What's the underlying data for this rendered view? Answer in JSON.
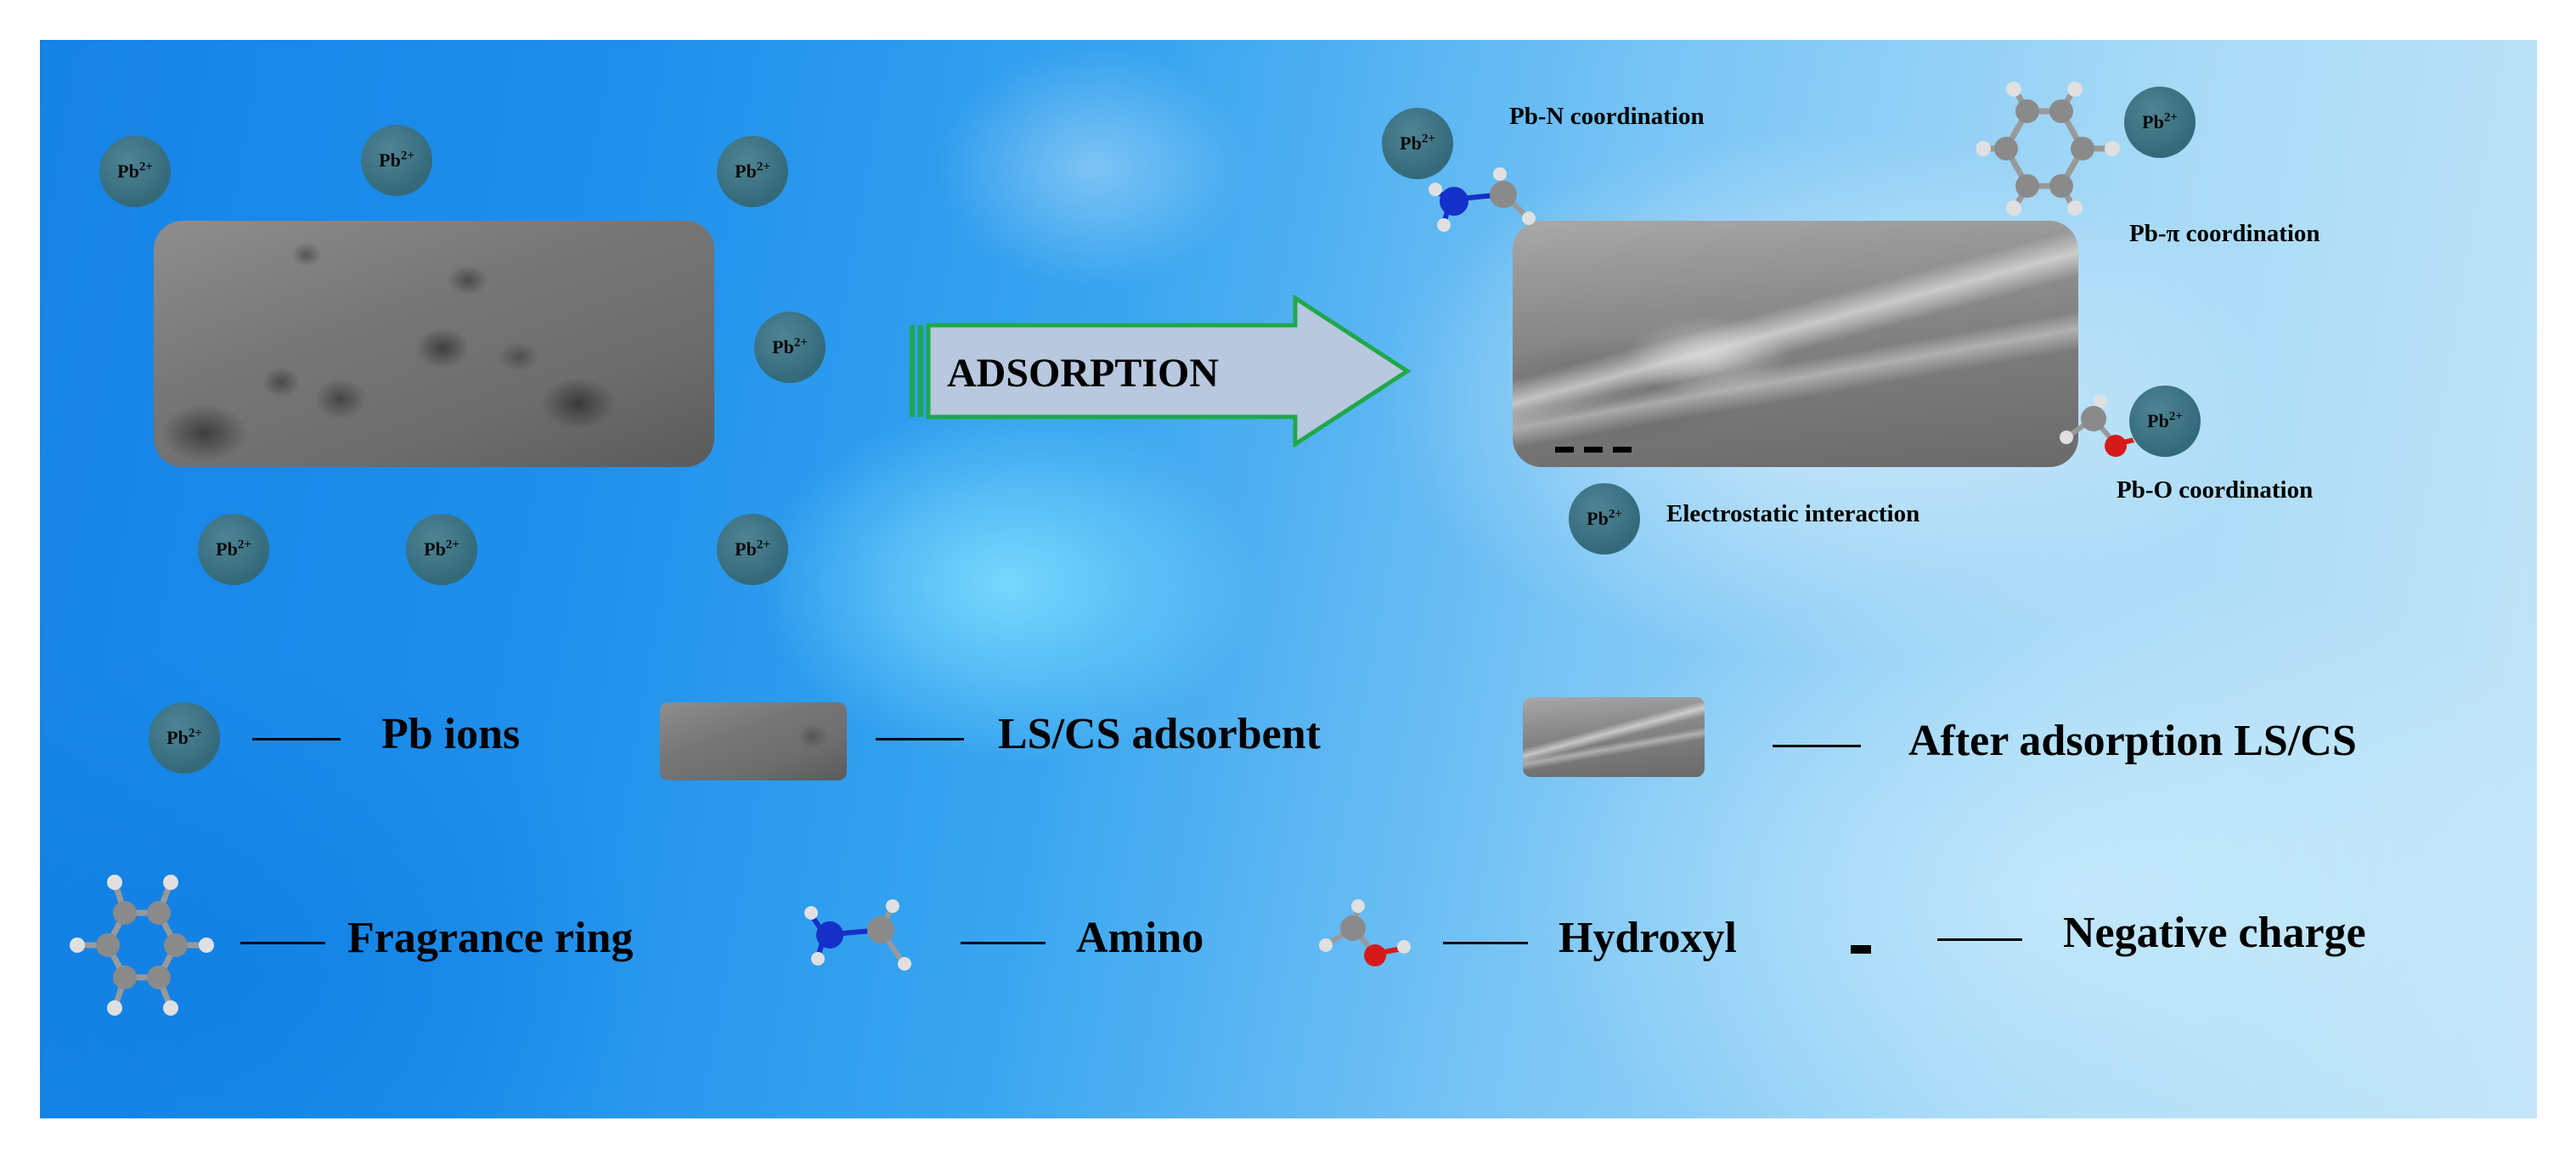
{
  "ion_label": {
    "symbol": "Pb",
    "charge": "2+"
  },
  "arrow": {
    "label": "ADSORPTION"
  },
  "mechanisms": {
    "pb_n": "Pb-N coordination",
    "pb_pi": "Pb-π coordination",
    "pb_o": "Pb-O coordination",
    "electrostatic": "Electrostatic interaction"
  },
  "legend": {
    "pb_ions": "Pb ions",
    "ls_cs": "LS/CS adsorbent",
    "after": "After adsorption LS/CS",
    "ring": "Fragrance ring",
    "amino": "Amino",
    "hydroxyl": "Hydroxyl",
    "negative": "Negative charge"
  },
  "colors": {
    "ion_fill": "#3a6e7e",
    "arrow_fill": "#b8c8df",
    "arrow_border": "#1fa84a",
    "nitrogen": "#1530c8",
    "oxygen": "#d61a1a",
    "carbon": "#8a8a8a",
    "hydrogen": "#e6e6e6"
  }
}
